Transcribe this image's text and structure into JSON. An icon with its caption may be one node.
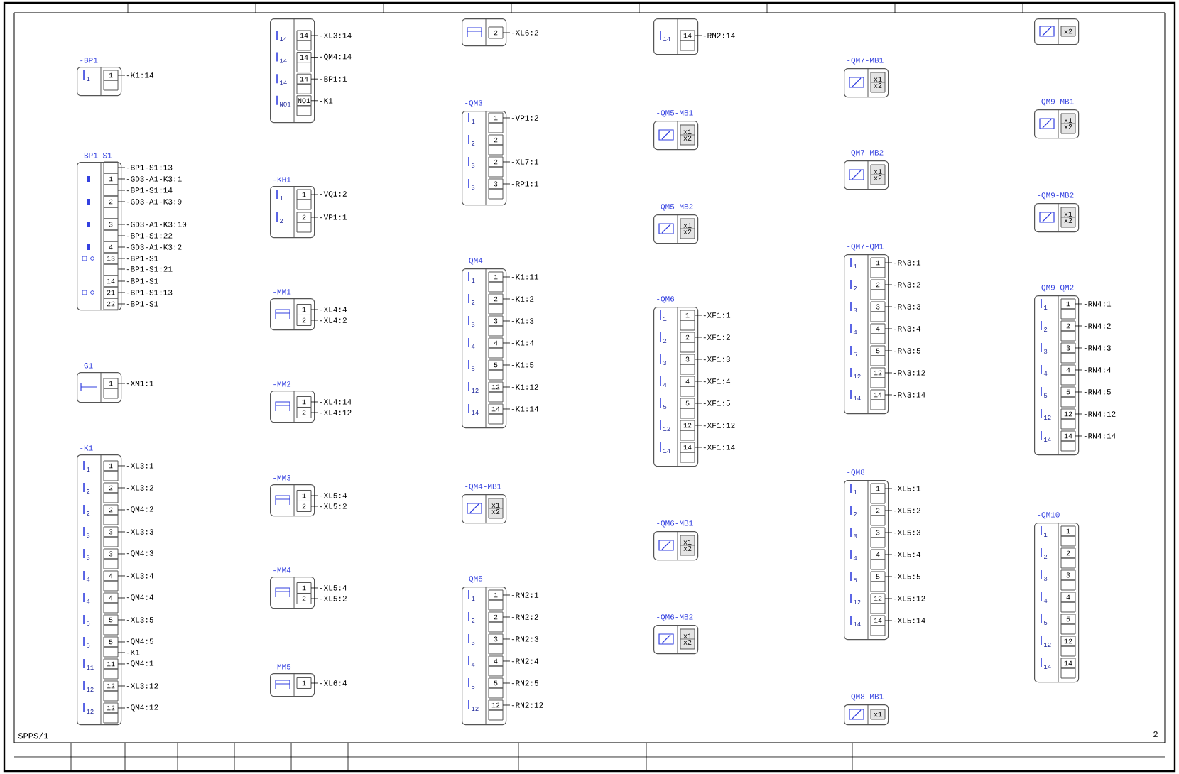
{
  "diagram": {
    "nodes": [
      {
        "text": [
          "-BP1"
        ]
      },
      {
        "text": [
          "1"
        ],
        "in": 0,
        "beside": [
          "1",
          "-K1:14"
        ]
      },
      {
        "text": [
          "-BP1-S1"
        ]
      },
      {
        "text": [],
        "shape": "box",
        "in": 2,
        "beside": [
          "-BP1-S1:13"
        ]
      },
      {
        "text": [
          "1"
        ],
        "in": 2,
        "beside": [
          "-GD3-A1-K3:1"
        ]
      },
      {
        "text": [],
        "shape": "box",
        "in": 2,
        "beside": [
          "-BP1-S1:14"
        ]
      },
      {
        "text": [
          "2"
        ],
        "in": 2,
        "beside": [
          "-GD3-A1-K3:9"
        ]
      },
      {
        "text": [],
        "shape": "box",
        "in": 2
      },
      {
        "text": [
          "3"
        ],
        "in": 2,
        "beside": [
          "-GD3-A1-K3:10"
        ]
      },
      {
        "text": [],
        "shape": "box",
        "in": 2,
        "beside": [
          "-BP1-S1:22"
        ]
      },
      {
        "text": [
          "4"
        ],
        "in": 2,
        "beside": [
          "-GD3-A1-K3:2"
        ]
      },
      {
        "text": [
          "13"
        ],
        "in": 2,
        "beside": [
          "-BP1-S1",
          "-BP1-S1:21"
        ]
      },
      {
        "text": [],
        "shape": "box",
        "in": 2
      },
      {
        "text": [
          "14"
        ],
        "in": 2,
        "beside": [
          "-BP1-S1"
        ]
      },
      {
        "text": [
          "21"
        ],
        "in": 2,
        "beside": [
          "-BP1-S1:13"
        ]
      },
      {
        "text": [
          "22"
        ],
        "in": 2,
        "beside": [
          "-BP1-S1"
        ]
      },
      {
        "text": [
          "-G1"
        ]
      },
      {
        "text": [
          "1"
        ],
        "in": 16,
        "beside": [
          "-XM1:1"
        ]
      },
      {
        "text": [
          "-K1"
        ]
      },
      {
        "text": [
          "1"
        ],
        "in": 18,
        "beside": [
          "1",
          "-XL3:1"
        ]
      },
      {
        "text": [
          "2"
        ],
        "in": 18,
        "beside": [
          "2",
          "-XL3:2"
        ]
      },
      {
        "text": [
          "2"
        ],
        "in": 18,
        "beside": [
          "2",
          "-QM4:2"
        ]
      },
      {
        "text": [
          "3"
        ],
        "in": 18,
        "beside": [
          "3",
          "-XL3:3"
        ]
      },
      {
        "text": [
          "3"
        ],
        "in": 18,
        "beside": [
          "3",
          "-QM4:3"
        ]
      },
      {
        "text": [
          "4"
        ],
        "in": 18,
        "beside": [
          "4",
          "-XL3:4"
        ]
      },
      {
        "text": [
          "4"
        ],
        "in": 18,
        "beside": [
          "4",
          "-QM4:4"
        ]
      },
      {
        "text": [
          "5"
        ],
        "in": 18,
        "beside": [
          "5",
          "-XL3:5"
        ]
      },
      {
        "text": [
          "5"
        ],
        "in": 18,
        "beside": [
          "5",
          "-QM4:5",
          "-K1"
        ]
      },
      {
        "text": [
          "11"
        ],
        "in": 18,
        "beside": [
          "11",
          "-QM4:1"
        ]
      },
      {
        "text": [
          "12"
        ],
        "in": 18,
        "beside": [
          "12",
          "-XL3:12"
        ]
      },
      {
        "text": [
          "12"
        ],
        "in": 18,
        "beside": [
          "12",
          "-QM4:12"
        ]
      },
      {
        "text": [],
        "shape": "box"
      },
      {
        "text": [
          "14"
        ],
        "in": 31,
        "beside": [
          "14",
          "-XL3:14"
        ]
      },
      {
        "text": [
          "14"
        ],
        "in": 31,
        "beside": [
          "14",
          "-QM4:14"
        ]
      },
      {
        "text": [
          "14"
        ],
        "in": 31,
        "beside": [
          "14",
          "-BP1:1"
        ]
      },
      {
        "text": [
          "NO1"
        ],
        "in": 31,
        "beside": [
          "NO1",
          "-K1"
        ]
      },
      {
        "text": [
          "-KH1"
        ]
      },
      {
        "text": [
          "1"
        ],
        "in": 36,
        "beside": [
          "1",
          "-VQ1:2"
        ]
      },
      {
        "text": [
          "2"
        ],
        "in": 36,
        "beside": [
          "2",
          "-VP1:1"
        ]
      },
      {
        "text": [
          "-MM1"
        ]
      },
      {
        "text": [
          "1"
        ],
        "in": 39,
        "beside": [
          "-XL4:4"
        ]
      },
      {
        "text": [
          "2"
        ],
        "in": 39,
        "beside": [
          "-XL4:2"
        ]
      },
      {
        "text": [
          "-MM2"
        ]
      },
      {
        "text": [
          "1"
        ],
        "in": 42,
        "beside": [
          "-XL4:14"
        ]
      },
      {
        "text": [
          "2"
        ],
        "in": 42,
        "beside": [
          "-XL4:12"
        ]
      },
      {
        "text": [
          "-MM3"
        ]
      },
      {
        "text": [
          "1"
        ],
        "in": 45,
        "beside": [
          "-XL5:4"
        ]
      },
      {
        "text": [
          "2"
        ],
        "in": 45,
        "beside": [
          "-XL5:2"
        ]
      },
      {
        "text": [
          "-MM4"
        ]
      },
      {
        "text": [
          "1"
        ],
        "in": 48,
        "beside": [
          "-XL5:4"
        ]
      },
      {
        "text": [
          "2"
        ],
        "in": 48,
        "beside": [
          "-XL5:2"
        ]
      },
      {
        "text": [
          "-MM5"
        ]
      },
      {
        "text": [
          "1"
        ],
        "in": 51,
        "beside": [
          "-XL6:4"
        ]
      },
      {
        "text": [],
        "shape": "box"
      },
      {
        "text": [
          "2"
        ],
        "in": 53,
        "beside": [
          "-XL6:2"
        ]
      },
      {
        "text": [
          "-QM3"
        ]
      },
      {
        "text": [
          "1"
        ],
        "in": 55,
        "beside": [
          "1",
          "-VP1:2"
        ]
      },
      {
        "text": [
          "2"
        ],
        "in": 55,
        "beside": [
          "2"
        ]
      },
      {
        "text": [
          "2"
        ],
        "in": 55,
        "beside": [
          "3",
          "-XL7:1"
        ]
      },
      {
        "text": [
          "3"
        ],
        "in": 55,
        "beside": [
          "3",
          "-RP1:1"
        ]
      },
      {
        "text": [
          "-QM4"
        ]
      },
      {
        "text": [
          "1"
        ],
        "in": 60,
        "beside": [
          "1",
          "-K1:11"
        ]
      },
      {
        "text": [
          "2"
        ],
        "in": 60,
        "beside": [
          "2",
          "-K1:2"
        ]
      },
      {
        "text": [
          "3"
        ],
        "in": 60,
        "beside": [
          "3",
          "-K1:3"
        ]
      },
      {
        "text": [
          "4"
        ],
        "in": 60,
        "beside": [
          "4",
          "-K1:4"
        ]
      },
      {
        "text": [
          "5"
        ],
        "in": 60,
        "beside": [
          "5",
          "-K1:5"
        ]
      },
      {
        "text": [
          "12"
        ],
        "in": 60,
        "beside": [
          "12",
          "-K1:12"
        ]
      },
      {
        "text": [
          "14"
        ],
        "in": 60,
        "beside": [
          "14",
          "-K1:14"
        ]
      },
      {
        "text": [
          "-QM4-MB1"
        ]
      },
      {
        "text": [
          "x1",
          "x2"
        ],
        "in": 68
      },
      {
        "text": [
          "-QM5"
        ]
      },
      {
        "text": [
          "1"
        ],
        "in": 70,
        "beside": [
          "1",
          "-RN2:1"
        ]
      },
      {
        "text": [
          "2"
        ],
        "in": 70,
        "beside": [
          "2",
          "-RN2:2"
        ]
      },
      {
        "text": [
          "3"
        ],
        "in": 70,
        "beside": [
          "3",
          "-RN2:3"
        ]
      },
      {
        "text": [
          "4"
        ],
        "in": 70,
        "beside": [
          "4",
          "-RN2:4"
        ]
      },
      {
        "text": [
          "5"
        ],
        "in": 70,
        "beside": [
          "5",
          "-RN2:5"
        ]
      },
      {
        "text": [
          "12"
        ],
        "in": 70,
        "beside": [
          "12",
          "-RN2:12"
        ]
      },
      {
        "text": [],
        "shape": "box"
      },
      {
        "text": [
          "14"
        ],
        "in": 77,
        "beside": [
          "14",
          "-RN2:14"
        ]
      },
      {
        "text": [
          "-QM5-MB1"
        ]
      },
      {
        "text": [
          "x1",
          "x2"
        ],
        "in": 79
      },
      {
        "text": [
          "-QM5-MB2"
        ]
      },
      {
        "text": [
          "x1",
          "x2"
        ],
        "in": 81
      },
      {
        "text": [
          "-QM6"
        ]
      },
      {
        "text": [
          "1"
        ],
        "in": 83,
        "beside": [
          "1",
          "-XF1:1"
        ]
      },
      {
        "text": [
          "2"
        ],
        "in": 83,
        "beside": [
          "2",
          "-XF1:2"
        ]
      },
      {
        "text": [
          "3"
        ],
        "in": 83,
        "beside": [
          "3",
          "-XF1:3"
        ]
      },
      {
        "text": [
          "4"
        ],
        "in": 83,
        "beside": [
          "4",
          "-XF1:4"
        ]
      },
      {
        "text": [
          "5"
        ],
        "in": 83,
        "beside": [
          "5",
          "-XF1:5"
        ]
      },
      {
        "text": [
          "12"
        ],
        "in": 83,
        "beside": [
          "12",
          "-XF1:12"
        ]
      },
      {
        "text": [
          "14"
        ],
        "in": 83,
        "beside": [
          "14",
          "-XF1:14"
        ]
      },
      {
        "text": [
          "-QM6-MB1"
        ]
      },
      {
        "text": [
          "x1",
          "x2"
        ],
        "in": 91
      },
      {
        "text": [
          "-QM6-MB2"
        ]
      },
      {
        "text": [
          "x1",
          "x2"
        ],
        "in": 93
      },
      {
        "text": [
          "-QM7-MB1"
        ]
      },
      {
        "text": [
          "x1",
          "x2"
        ],
        "in": 95
      },
      {
        "text": [
          "-QM7-MB2"
        ]
      },
      {
        "text": [
          "x1",
          "x2"
        ],
        "in": 97
      },
      {
        "text": [
          "-QM7-QM1"
        ]
      },
      {
        "text": [
          "1"
        ],
        "in": 99,
        "beside": [
          "1",
          "-RN3:1"
        ]
      },
      {
        "text": [
          "2"
        ],
        "in": 99,
        "beside": [
          "2",
          "-RN3:2"
        ]
      },
      {
        "text": [
          "3"
        ],
        "in": 99,
        "beside": [
          "3",
          "-RN3:3"
        ]
      },
      {
        "text": [
          "4"
        ],
        "in": 99,
        "beside": [
          "4",
          "-RN3:4"
        ]
      },
      {
        "text": [
          "5"
        ],
        "in": 99,
        "beside": [
          "5",
          "-RN3:5"
        ]
      },
      {
        "text": [
          "12"
        ],
        "in": 99,
        "beside": [
          "12",
          "-RN3:12"
        ]
      },
      {
        "text": [
          "14"
        ],
        "in": 99,
        "beside": [
          "14",
          "-RN3:14"
        ]
      },
      {
        "text": [
          "-QM8"
        ]
      },
      {
        "text": [
          "1"
        ],
        "in": 107,
        "beside": [
          "1",
          "-XL5:1"
        ]
      },
      {
        "text": [
          "2"
        ],
        "in": 107,
        "beside": [
          "2",
          "-XL5:2"
        ]
      },
      {
        "text": [
          "3"
        ],
        "in": 107,
        "beside": [
          "3",
          "-XL5:3"
        ]
      },
      {
        "text": [
          "4"
        ],
        "in": 107,
        "beside": [
          "4",
          "-XL5:4"
        ]
      },
      {
        "text": [
          "5"
        ],
        "in": 107,
        "beside": [
          "5",
          "-XL5:5"
        ]
      },
      {
        "text": [
          "12"
        ],
        "in": 107,
        "beside": [
          "12",
          "-XL5:12"
        ]
      },
      {
        "text": [
          "14"
        ],
        "in": 107,
        "beside": [
          "14",
          "-XL5:14"
        ]
      },
      {
        "text": [
          "-QM8-MB1"
        ]
      },
      {
        "text": [
          "x1"
        ],
        "in": 115
      },
      {
        "text": [],
        "shape": "box"
      },
      {
        "text": [
          "x2"
        ],
        "in": 117
      },
      {
        "text": [
          "-QM9-MB1"
        ]
      },
      {
        "text": [
          "x1",
          "x2"
        ],
        "in": 119
      },
      {
        "text": [
          "-QM9-MB2"
        ]
      },
      {
        "text": [
          "x1",
          "x2"
        ],
        "in": 121
      },
      {
        "text": [
          "-QM9-QM2"
        ]
      },
      {
        "text": [
          "1"
        ],
        "in": 123,
        "beside": [
          "1",
          "-RN4:1"
        ]
      },
      {
        "text": [
          "2"
        ],
        "in": 123,
        "beside": [
          "2",
          "-RN4:2"
        ]
      },
      {
        "text": [
          "3"
        ],
        "in": 123,
        "beside": [
          "3",
          "-RN4:3"
        ]
      },
      {
        "text": [
          "4"
        ],
        "in": 123,
        "beside": [
          "4",
          "-RN4:4"
        ]
      },
      {
        "text": [
          "5"
        ],
        "in": 123,
        "beside": [
          "5",
          "-RN4:5"
        ]
      },
      {
        "text": [
          "12"
        ],
        "in": 123,
        "beside": [
          "12",
          "-RN4:12"
        ]
      },
      {
        "text": [
          "14"
        ],
        "in": 123,
        "beside": [
          "14",
          "-RN4:14"
        ]
      },
      {
        "text": [
          "-QM10"
        ]
      },
      {
        "text": [
          "1"
        ],
        "in": 131,
        "beside": [
          "1"
        ]
      },
      {
        "text": [
          "2"
        ],
        "in": 131,
        "beside": [
          "2"
        ]
      },
      {
        "text": [
          "3"
        ],
        "in": 131,
        "beside": [
          "3"
        ]
      },
      {
        "text": [
          "4"
        ],
        "in": 131,
        "beside": [
          "4"
        ]
      },
      {
        "text": [
          "5"
        ],
        "in": 131,
        "beside": [
          "5"
        ]
      },
      {
        "text": [
          "12"
        ],
        "in": 131,
        "beside": [
          "12"
        ]
      },
      {
        "text": [
          "14"
        ],
        "in": 131,
        "beside": [
          "14"
        ]
      }
    ],
    "labels": [
      "SPPS/1",
      "2"
    ]
  }
}
